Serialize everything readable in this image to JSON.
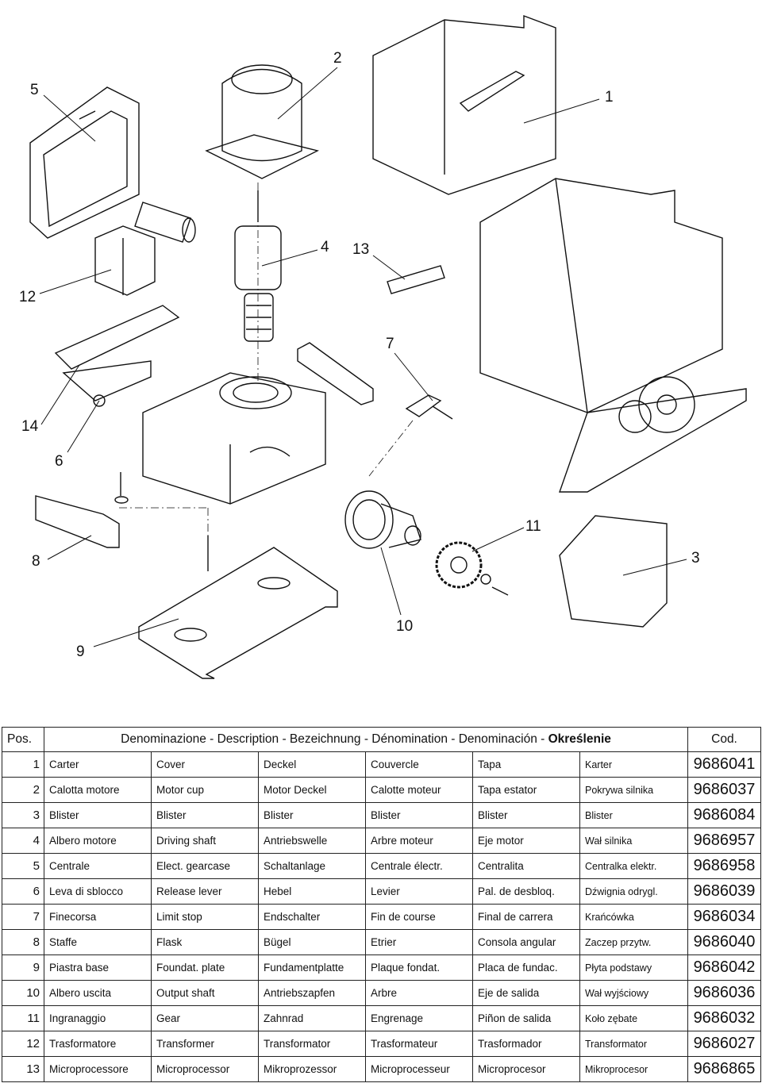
{
  "callouts": [
    "1",
    "2",
    "3",
    "4",
    "5",
    "6",
    "7",
    "8",
    "9",
    "10",
    "11",
    "12",
    "13",
    "14"
  ],
  "table": {
    "header": {
      "pos": "Pos.",
      "description": "Denominazione - Description - Bezeichnung - Dénomination - Denominación - ",
      "description_bold": "Określenie",
      "code": "Cod."
    },
    "rows": [
      {
        "pos": "1",
        "it": "Carter",
        "en": "Cover",
        "de": "Deckel",
        "fr": "Couvercle",
        "es": "Tapa",
        "pl": "Karter",
        "cod": "9686041"
      },
      {
        "pos": "2",
        "it": "Calotta motore",
        "en": "Motor cup",
        "de": "Motor Deckel",
        "fr": "Calotte moteur",
        "es": "Tapa estator",
        "pl": "Pokrywa silnika",
        "cod": "9686037"
      },
      {
        "pos": "3",
        "it": "Blister",
        "en": "Blister",
        "de": "Blister",
        "fr": "Blister",
        "es": "Blister",
        "pl": "Blister",
        "cod": "9686084"
      },
      {
        "pos": "4",
        "it": "Albero motore",
        "en": "Driving shaft",
        "de": "Antriebswelle",
        "fr": "Arbre moteur",
        "es": "Eje motor",
        "pl": "Wał silnika",
        "cod": "9686957"
      },
      {
        "pos": "5",
        "it": "Centrale",
        "en": "Elect. gearcase",
        "de": "Schaltanlage",
        "fr": "Centrale électr.",
        "es": "Centralita",
        "pl": "Centralka elektr.",
        "cod": "9686958"
      },
      {
        "pos": "6",
        "it": "Leva di sblocco",
        "en": "Release lever",
        "de": "Hebel",
        "fr": "Levier",
        "es": "Pal. de desbloq.",
        "pl": "Dźwignia odrygl.",
        "cod": "9686039"
      },
      {
        "pos": "7",
        "it": "Finecorsa",
        "en": "Limit stop",
        "de": "Endschalter",
        "fr": "Fin de course",
        "es": "Final de carrera",
        "pl": "Krańcówka",
        "cod": "9686034"
      },
      {
        "pos": "8",
        "it": "Staffe",
        "en": "Flask",
        "de": "Bügel",
        "fr": "Etrier",
        "es": "Consola angular",
        "pl": "Zaczep przytw.",
        "cod": "9686040"
      },
      {
        "pos": "9",
        "it": "Piastra base",
        "en": "Foundat. plate",
        "de": "Fundamentplatte",
        "fr": "Plaque fondat.",
        "es": "Placa de fundac.",
        "pl": "Płyta podstawy",
        "cod": "9686042"
      },
      {
        "pos": "10",
        "it": "Albero uscita",
        "en": "Output shaft",
        "de": "Antriebszapfen",
        "fr": "Arbre",
        "es": "Eje de salida",
        "pl": "Wał wyjściowy",
        "cod": "9686036"
      },
      {
        "pos": "11",
        "it": "Ingranaggio",
        "en": "Gear",
        "de": "Zahnrad",
        "fr": "Engrenage",
        "es": "Piñon de salida",
        "pl": "Koło zębate",
        "cod": "9686032"
      },
      {
        "pos": "12",
        "it": "Trasformatore",
        "en": "Transformer",
        "de": "Transformator",
        "fr": "Trasformateur",
        "es": "Trasformador",
        "pl": "Transformator",
        "cod": "9686027"
      },
      {
        "pos": "13",
        "it": "Microprocessore",
        "en": "Microprocessor",
        "de": "Mikroprozessor",
        "fr": "Microprocesseur",
        "es": "Microprocesor",
        "pl": "Mikroprocesor",
        "cod": "9686865"
      }
    ]
  }
}
